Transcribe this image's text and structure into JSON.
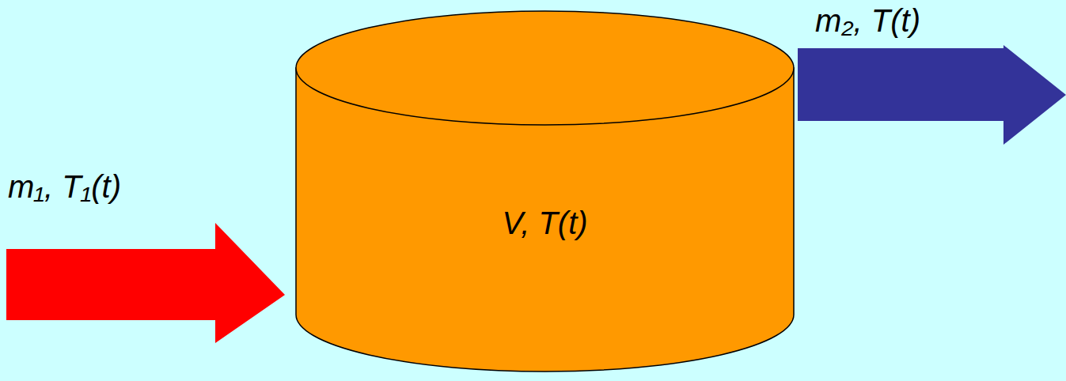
{
  "diagram": {
    "nodes": [
      {
        "text": [
          "V, T(t)"
        ]
      }
    ],
    "labels": [
      "m₁, T₁(t)",
      "m₂, T(t)"
    ]
  }
}
